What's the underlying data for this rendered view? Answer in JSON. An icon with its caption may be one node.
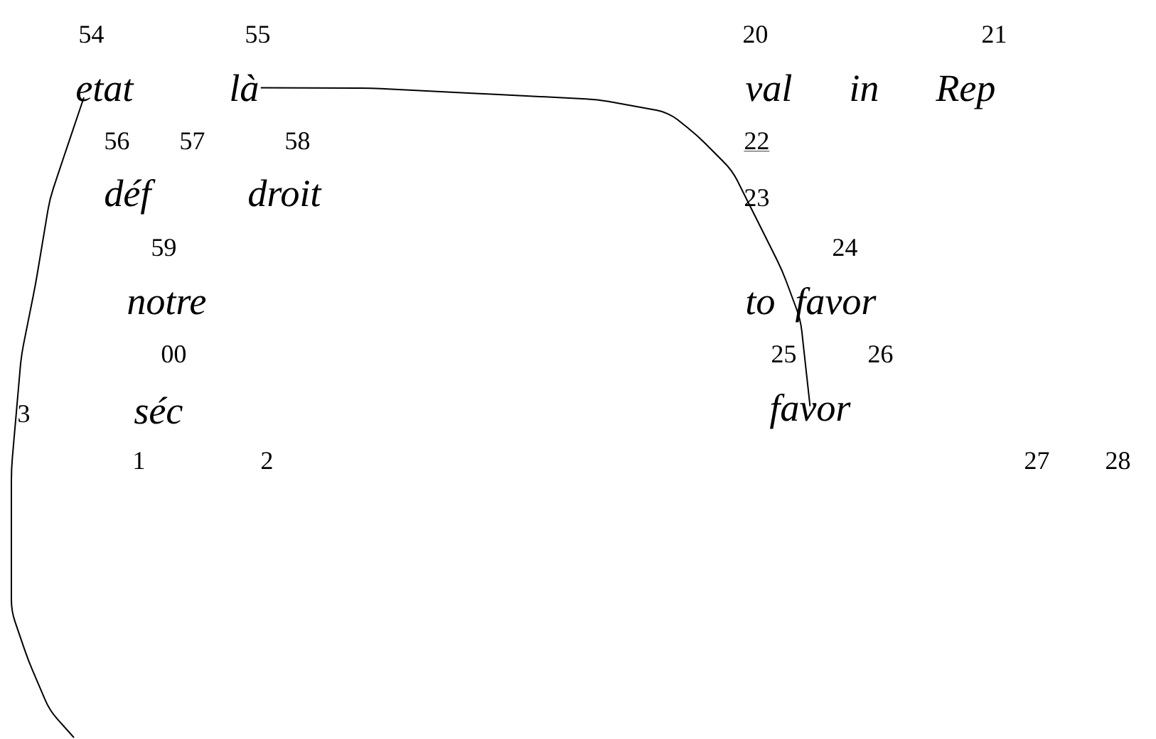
{
  "diagram": {
    "nodes": [
      {
        "text": [
          "etat"
        ]
      },
      {
        "text": [
          "là"
        ]
      },
      {
        "text": [
          "val in Rep"
        ]
      },
      {
        "text": [
          "déf"
        ]
      },
      {
        "text": [
          "droit"
        ]
      },
      {
        "text": [
          "notre"
        ]
      },
      {
        "text": [
          "to favor"
        ]
      },
      {
        "text": [
          "séc"
        ]
      },
      {
        "text": [
          "favor"
        ]
      }
    ],
    "edges": [
      {
        "from": 1,
        "to": 8,
        "arrow": "none"
      },
      {
        "from": 0,
        "to": null,
        "arrow": "none"
      }
    ],
    "labels": [
      "54",
      "55",
      "20",
      "21",
      "56",
      "57",
      "58",
      "22",
      "23",
      "59",
      "24",
      "00",
      "25",
      "26",
      "3",
      "1",
      "2",
      "27",
      "28"
    ]
  }
}
